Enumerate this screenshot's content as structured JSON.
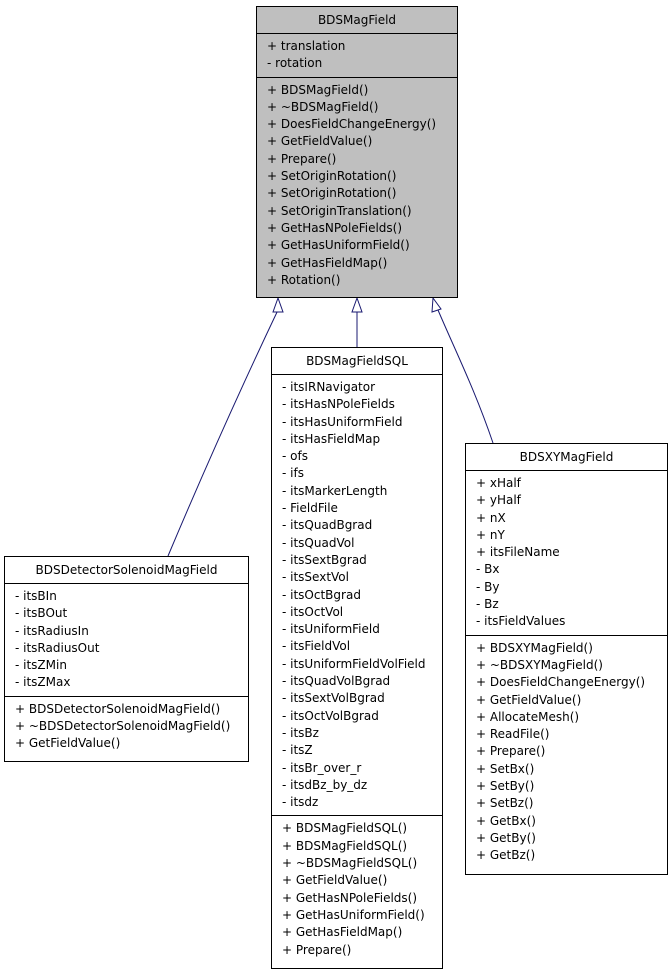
{
  "classes": {
    "base": {
      "name": "BDSMagField",
      "attributes": [
        "+ translation",
        "- rotation"
      ],
      "methods": [
        "+ BDSMagField()",
        "+ ~BDSMagField()",
        "+ DoesFieldChangeEnergy()",
        "+ GetFieldValue()",
        "+ Prepare()",
        "+ SetOriginRotation()",
        "+ SetOriginRotation()",
        "+ SetOriginTranslation()",
        "+ GetHasNPoleFields()",
        "+ GetHasUniformField()",
        "+ GetHasFieldMap()",
        "+ Rotation()"
      ]
    },
    "solenoid": {
      "name": "BDSDetectorSolenoidMagField",
      "attributes": [
        "- itsBIn",
        "- itsBOut",
        "- itsRadiusIn",
        "- itsRadiusOut",
        "- itsZMin",
        "- itsZMax"
      ],
      "methods": [
        "+ BDSDetectorSolenoidMagField()",
        "+ ~BDSDetectorSolenoidMagField()",
        "+ GetFieldValue()"
      ]
    },
    "sql": {
      "name": "BDSMagFieldSQL",
      "attributes": [
        "- itsIRNavigator",
        "- itsHasNPoleFields",
        "- itsHasUniformField",
        "- itsHasFieldMap",
        "- ofs",
        "- ifs",
        "- itsMarkerLength",
        "- FieldFile",
        "- itsQuadBgrad",
        "- itsQuadVol",
        "- itsSextBgrad",
        "- itsSextVol",
        "- itsOctBgrad",
        "- itsOctVol",
        "- itsUniformField",
        "- itsFieldVol",
        "- itsUniformFieldVolField",
        "- itsQuadVolBgrad",
        "- itsSextVolBgrad",
        "- itsOctVolBgrad",
        "- itsBz",
        "- itsZ",
        "- itsBr_over_r",
        "- itsdBz_by_dz",
        "- itsdz"
      ],
      "methods": [
        "+ BDSMagFieldSQL()",
        "+ BDSMagFieldSQL()",
        "+ ~BDSMagFieldSQL()",
        "+ GetFieldValue()",
        "+ GetHasNPoleFields()",
        "+ GetHasUniformField()",
        "+ GetHasFieldMap()",
        "+ Prepare()"
      ]
    },
    "xy": {
      "name": "BDSXYMagField",
      "attributes": [
        "+ xHalf",
        "+ yHalf",
        "+ nX",
        "+ nY",
        "+ itsFileName",
        "- Bx",
        "- By",
        "- Bz",
        "- itsFieldValues"
      ],
      "methods": [
        "+ BDSXYMagField()",
        "+ ~BDSXYMagField()",
        "+ DoesFieldChangeEnergy()",
        "+ GetFieldValue()",
        "+ AllocateMesh()",
        "+ ReadFile()",
        "+ Prepare()",
        "+ SetBx()",
        "+ SetBy()",
        "+ SetBz()",
        "+ GetBx()",
        "+ GetBy()",
        "+ GetBz()"
      ]
    }
  },
  "colors": {
    "base_fill": "#bfbfbf",
    "edge": "#191970"
  }
}
